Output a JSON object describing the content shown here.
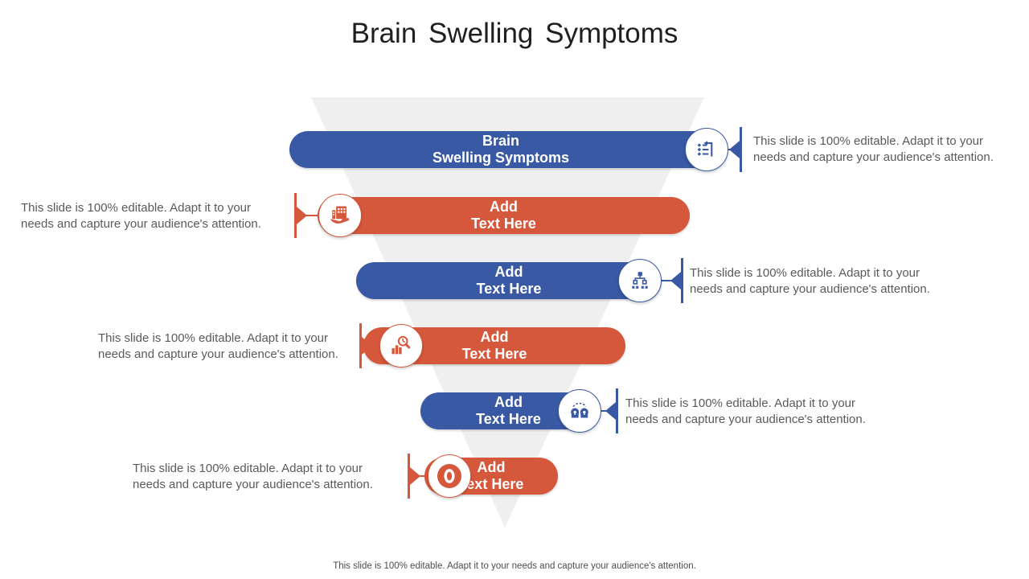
{
  "slide": {
    "title": "Brain Swelling Symptoms",
    "desc": {
      "line1": "This slide is 100% editable. Adapt it to your",
      "line2": "needs and capture your audience's attention."
    },
    "footer": "This slide is 100% editable. Adapt it to your needs and capture your audience's attention.",
    "colors": {
      "blue": "#3A59A4",
      "orange": "#D6583C",
      "funnel_gray": "#EFEFEF",
      "desc_text": "#5A5A5A",
      "title_text": "#1F1F1F"
    },
    "rows": [
      {
        "line1": "Brain",
        "line2": "Swelling Symptoms",
        "theme": "blue",
        "icon": "process-list-icon",
        "desc_side": "right"
      },
      {
        "line1": "Add",
        "line2": "Text Here",
        "theme": "orange",
        "icon": "building-hand-icon",
        "desc_side": "left"
      },
      {
        "line1": "Add",
        "line2": "Text Here",
        "theme": "blue",
        "icon": "org-chart-icon",
        "desc_side": "right"
      },
      {
        "line1": "Add",
        "line2": "Text Here",
        "theme": "orange",
        "icon": "chart-search-icon",
        "desc_side": "left"
      },
      {
        "line1": "Add",
        "line2": "Text Here",
        "theme": "blue",
        "icon": "minds-exchange-icon",
        "desc_side": "right"
      },
      {
        "line1": "Add",
        "line2": "Text Here",
        "theme": "orange",
        "icon": "zero-badge-icon",
        "desc_side": "left"
      }
    ]
  }
}
